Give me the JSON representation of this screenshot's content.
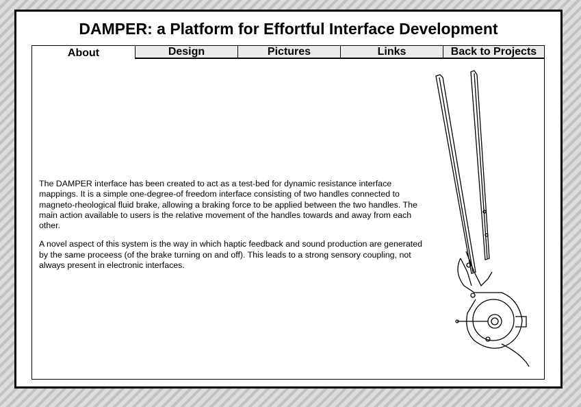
{
  "title": "DAMPER: a Platform for Effortful Interface Development",
  "tabs": [
    {
      "label": "About",
      "active": true
    },
    {
      "label": "Design"
    },
    {
      "label": "Pictures"
    },
    {
      "label": "Links"
    },
    {
      "label": "Back to Projects"
    }
  ],
  "paragraphs": [
    "The DAMPER interface has been created to act as a test-bed for dynamic resistance interface mappings. It is a simple one-degree-of freedom interface consisting of two handles connected to magneto-rheological fluid brake, allowing a braking force to be applied between the two handles. The main action available to users is the relative movement of the handles towards and away from each other.",
    "A novel aspect of this system is the way in which haptic feedback and sound production are generated by the same proceess (of the brake turning on and off). This leads to a strong sensory coupling, not always present in electronic interfaces."
  ]
}
